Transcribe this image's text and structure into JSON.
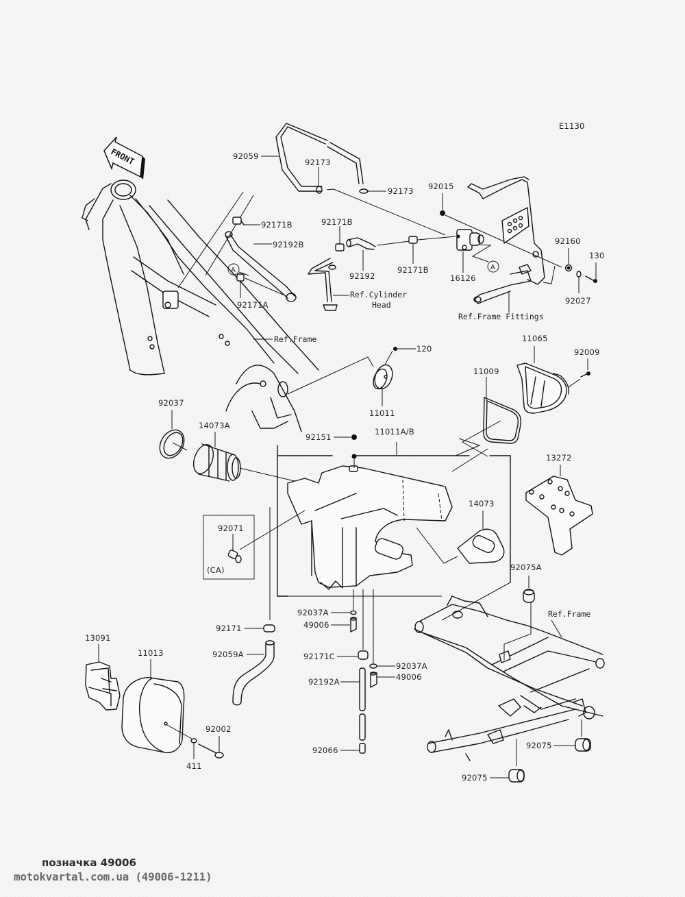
{
  "diagram": {
    "code": "E1130",
    "front_arrow": "FRONT",
    "callout_marker": "A",
    "labels": {
      "p92059": "92059",
      "p92173_a": "92173",
      "p92173_b": "92173",
      "p92015": "92015",
      "p92171B_a": "92171B",
      "p92192B": "92192B",
      "p92171B_b": "92171B",
      "p92192": "92192",
      "p92171B_c": "92171B",
      "p16126": "16126",
      "p92171A": "92171A",
      "p92160": "92160",
      "p130": "130",
      "p92027": "92027",
      "ref_cylinder_head_1": "Ref.Cylinder",
      "ref_cylinder_head_2": "Head",
      "ref_frame_fittings": "Ref.Frame Fittings",
      "ref_frame_top": "Ref.Frame",
      "p120": "120",
      "p11011": "11011",
      "p11065": "11065",
      "p92009": "92009",
      "p11009": "11009",
      "p92037": "92037",
      "p14073A": "14073A",
      "p92151": "92151",
      "p11011AB": "11011A/B",
      "p13272": "13272",
      "p14073": "14073",
      "p92071": "92071",
      "ca": "(CA)",
      "p92075A": "92075A",
      "ref_frame_bottom": "Ref.Frame",
      "p92037A_a": "92037A",
      "p49006_a": "49006",
      "p92171": "92171",
      "p92059A": "92059A",
      "p92171C": "92171C",
      "p92037A_b": "92037A",
      "p49006_b": "49006",
      "p92192A": "92192A",
      "p92066": "92066",
      "p13091": "13091",
      "p11013": "11013",
      "p92002": "92002",
      "p411": "411",
      "p92075_a": "92075",
      "p92075_b": "92075"
    }
  },
  "footer": {
    "note": "позначка 49006",
    "site": "motokvartal.com.ua (49006-1211)"
  }
}
